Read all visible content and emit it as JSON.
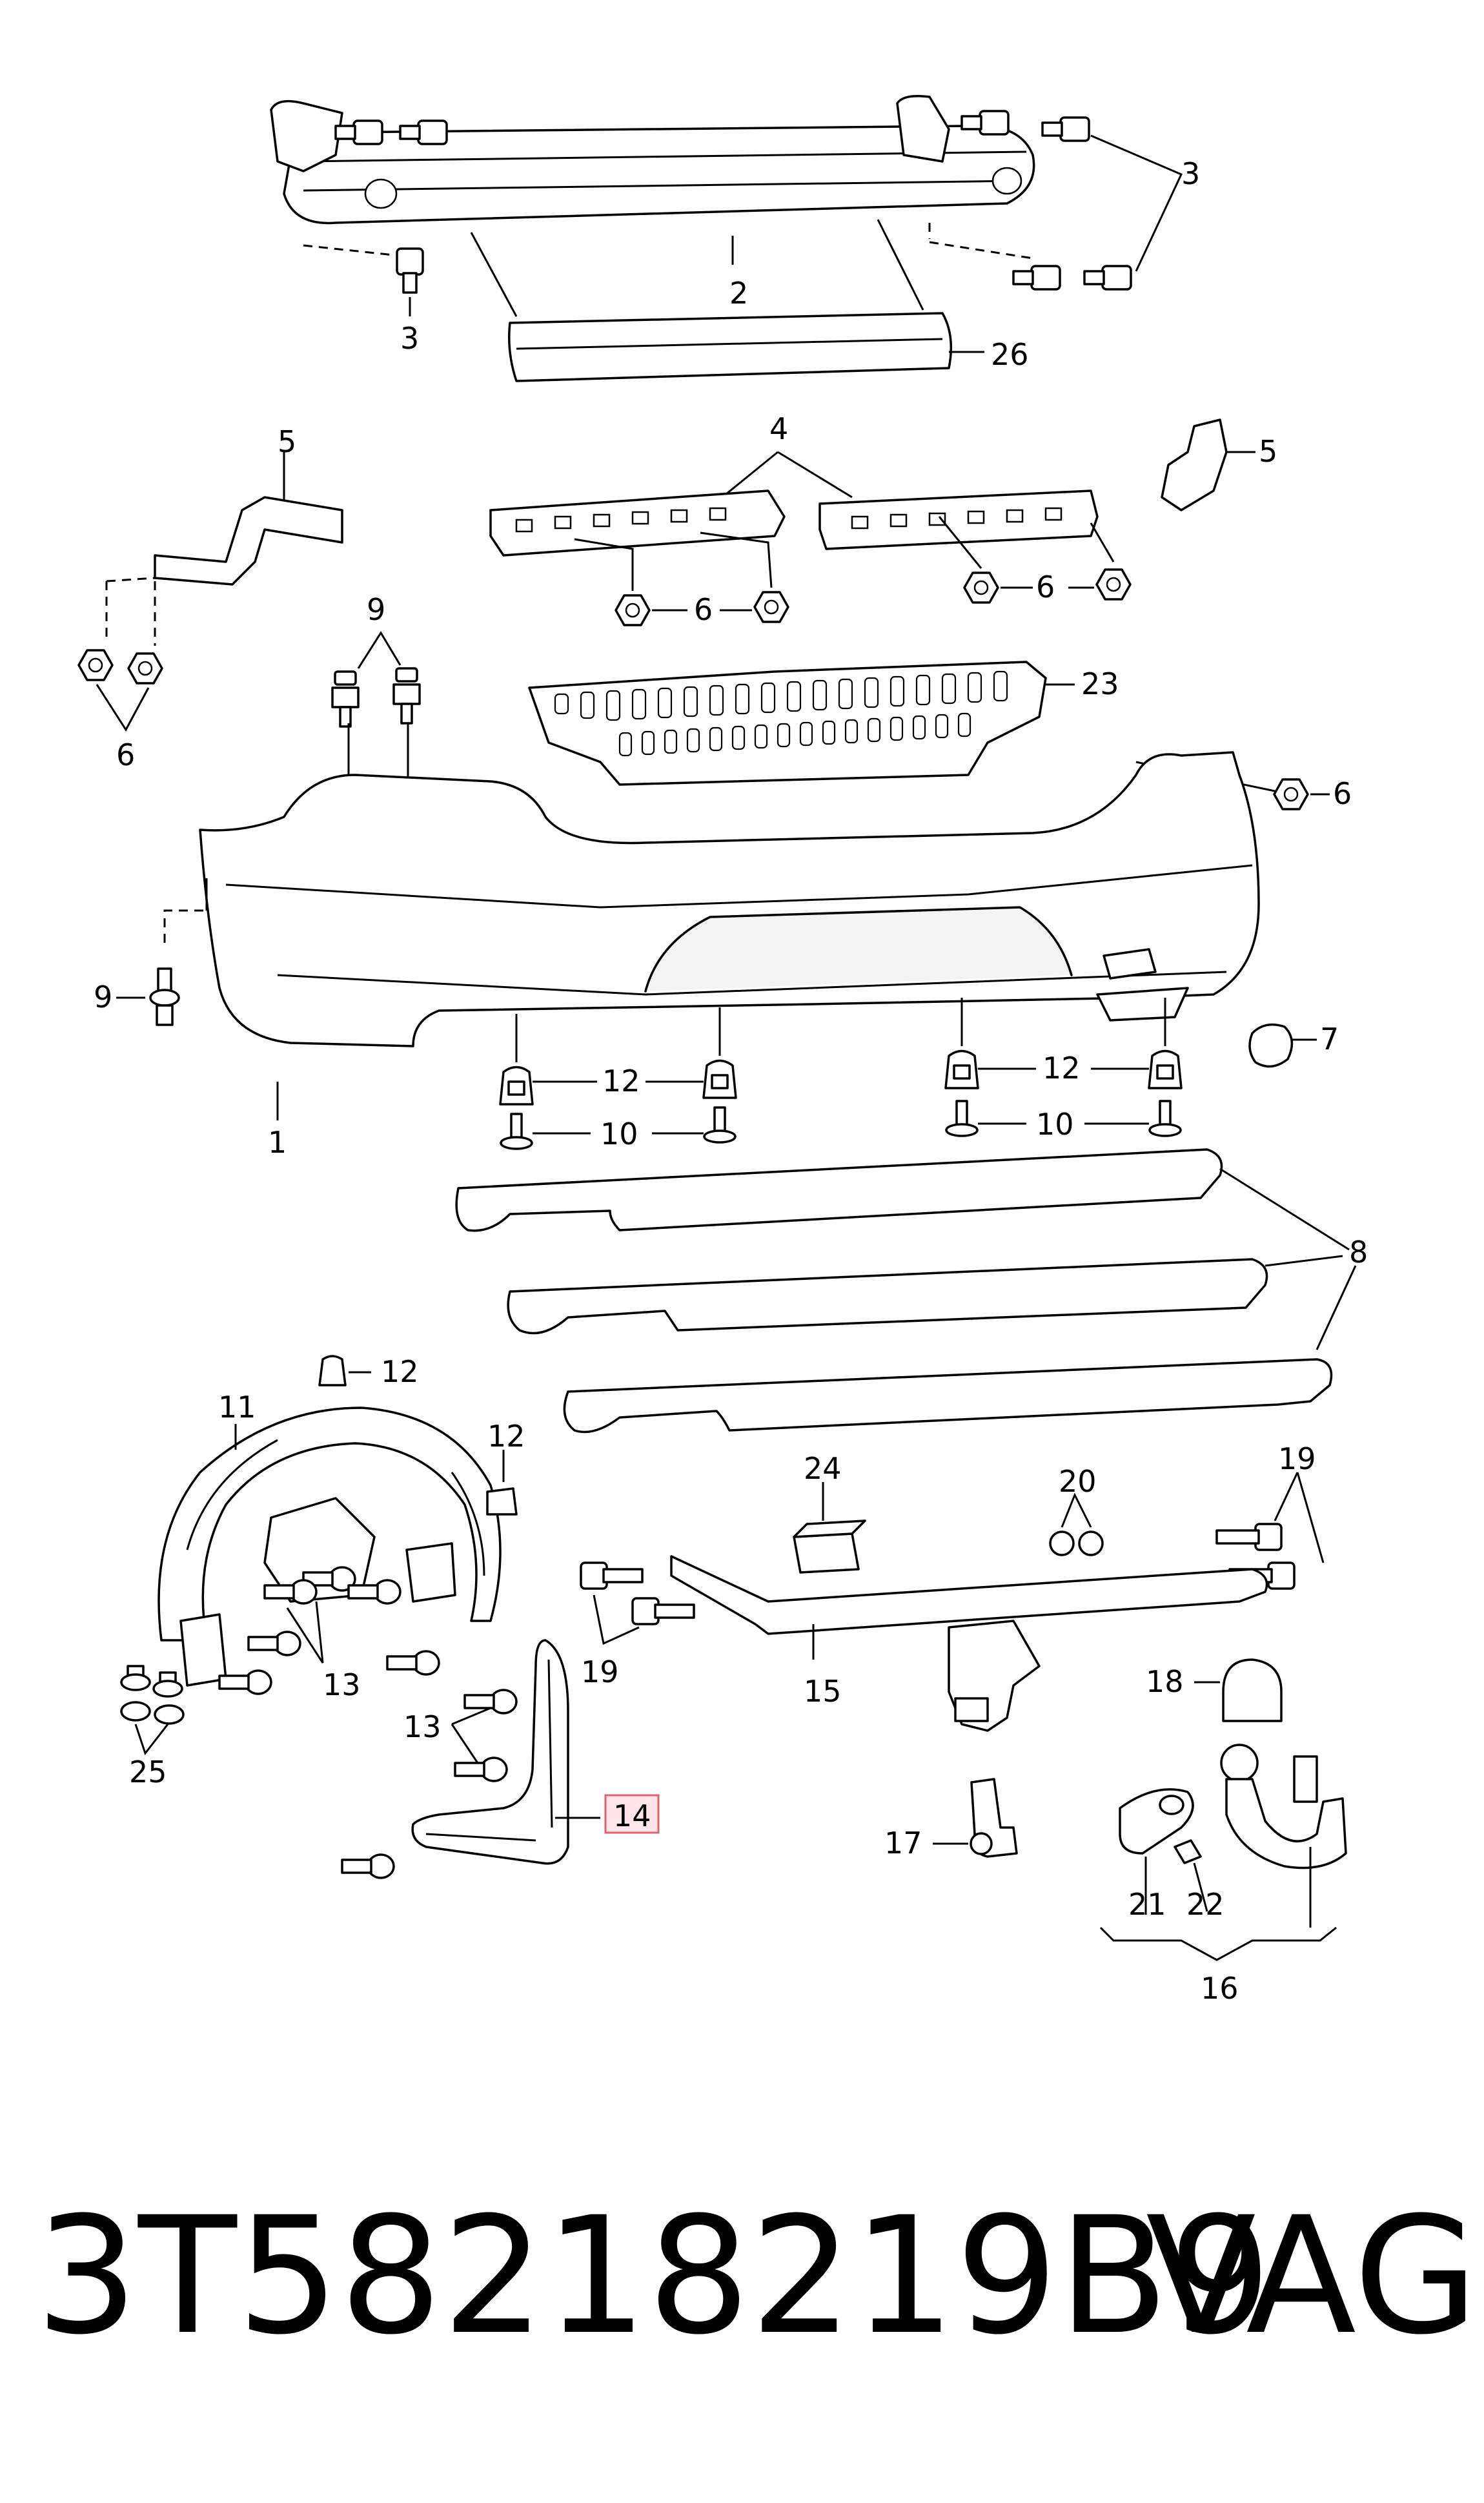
{
  "footer": {
    "part_number": "3T58218219B9",
    "brand": "VAG"
  },
  "highlight_color": "#e06070",
  "callouts": {
    "c1": "1",
    "c2": "2",
    "c3a": "3",
    "c3b": "3",
    "c4": "4",
    "c5a": "5",
    "c5b": "5",
    "c6a": "6",
    "c6b": "6",
    "c6c": "6",
    "c6d": "6",
    "c7": "7",
    "c8": "8",
    "c9a": "9",
    "c9b": "9",
    "c10a": "10",
    "c10b": "10",
    "c11": "11",
    "c12a": "12",
    "c12b": "12",
    "c12c": "12",
    "c12d": "12",
    "c13a": "13",
    "c13b": "13",
    "c14": "14",
    "c15": "15",
    "c16": "16",
    "c17": "17",
    "c18": "18",
    "c19a": "19",
    "c19b": "19",
    "c20": "20",
    "c21": "21",
    "c22": "22",
    "c23": "23",
    "c24": "24",
    "c25": "25",
    "c26": "26"
  }
}
